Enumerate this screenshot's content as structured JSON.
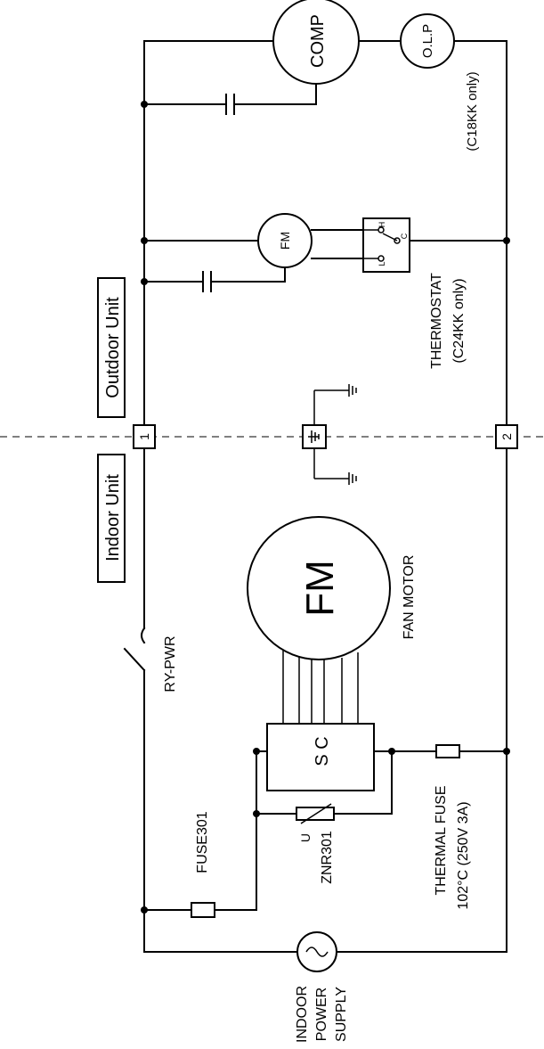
{
  "units": {
    "outdoor": "Outdoor Unit",
    "indoor": "Indoor Unit"
  },
  "terminals": {
    "t1": "1",
    "t2": "2"
  },
  "components": {
    "comp": "COMP",
    "olp": "O.L.P",
    "olp_note": "(C18KK only)",
    "outdoor_fm": "FM",
    "thermostat": "THERMOSTAT",
    "thermostat_note": "(C24KK only)",
    "thermostat_h": "H",
    "thermostat_c": "C",
    "thermostat_l": "L",
    "indoor_fm": "FM",
    "fan_motor": "FAN MOTOR",
    "relay": "RY-PWR",
    "sc": "S C",
    "fuse": "FUSE301",
    "varistor_u": "U",
    "varistor": "ZNR301",
    "thermal_fuse": "THERMAL FUSE",
    "thermal_fuse_rating": "102°C (250V 3A)",
    "power_l1": "INDOOR",
    "power_l2": "POWER",
    "power_l3": "SUPPLY"
  }
}
